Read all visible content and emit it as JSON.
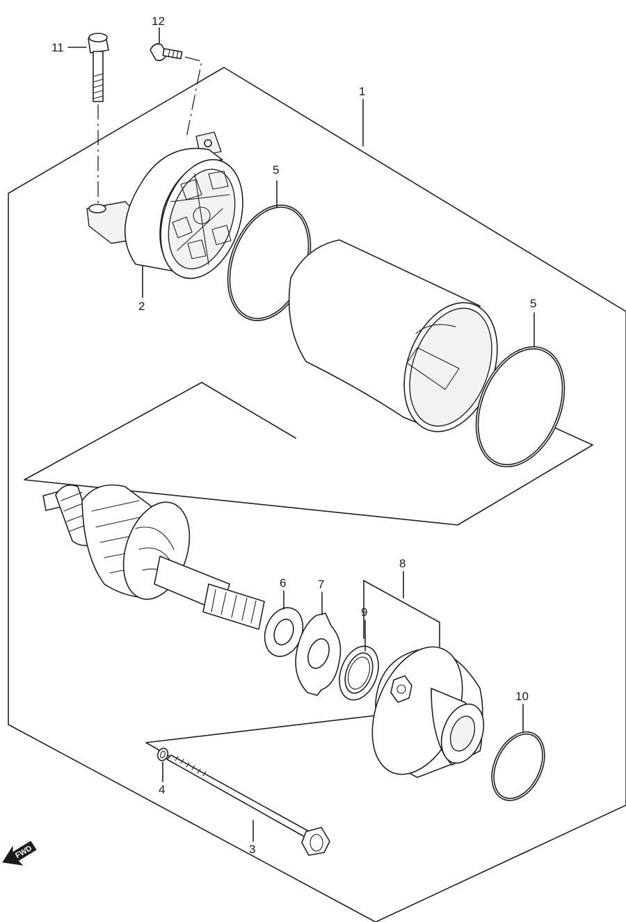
{
  "callouts": {
    "c1": "1",
    "c2": "2",
    "c3": "3",
    "c4": "4",
    "c5a": "5",
    "c5b": "5",
    "c6": "6",
    "c7": "7",
    "c8": "8",
    "c9": "9",
    "c10": "10",
    "c11": "11",
    "c12": "12"
  },
  "fwd_label": "FWD"
}
